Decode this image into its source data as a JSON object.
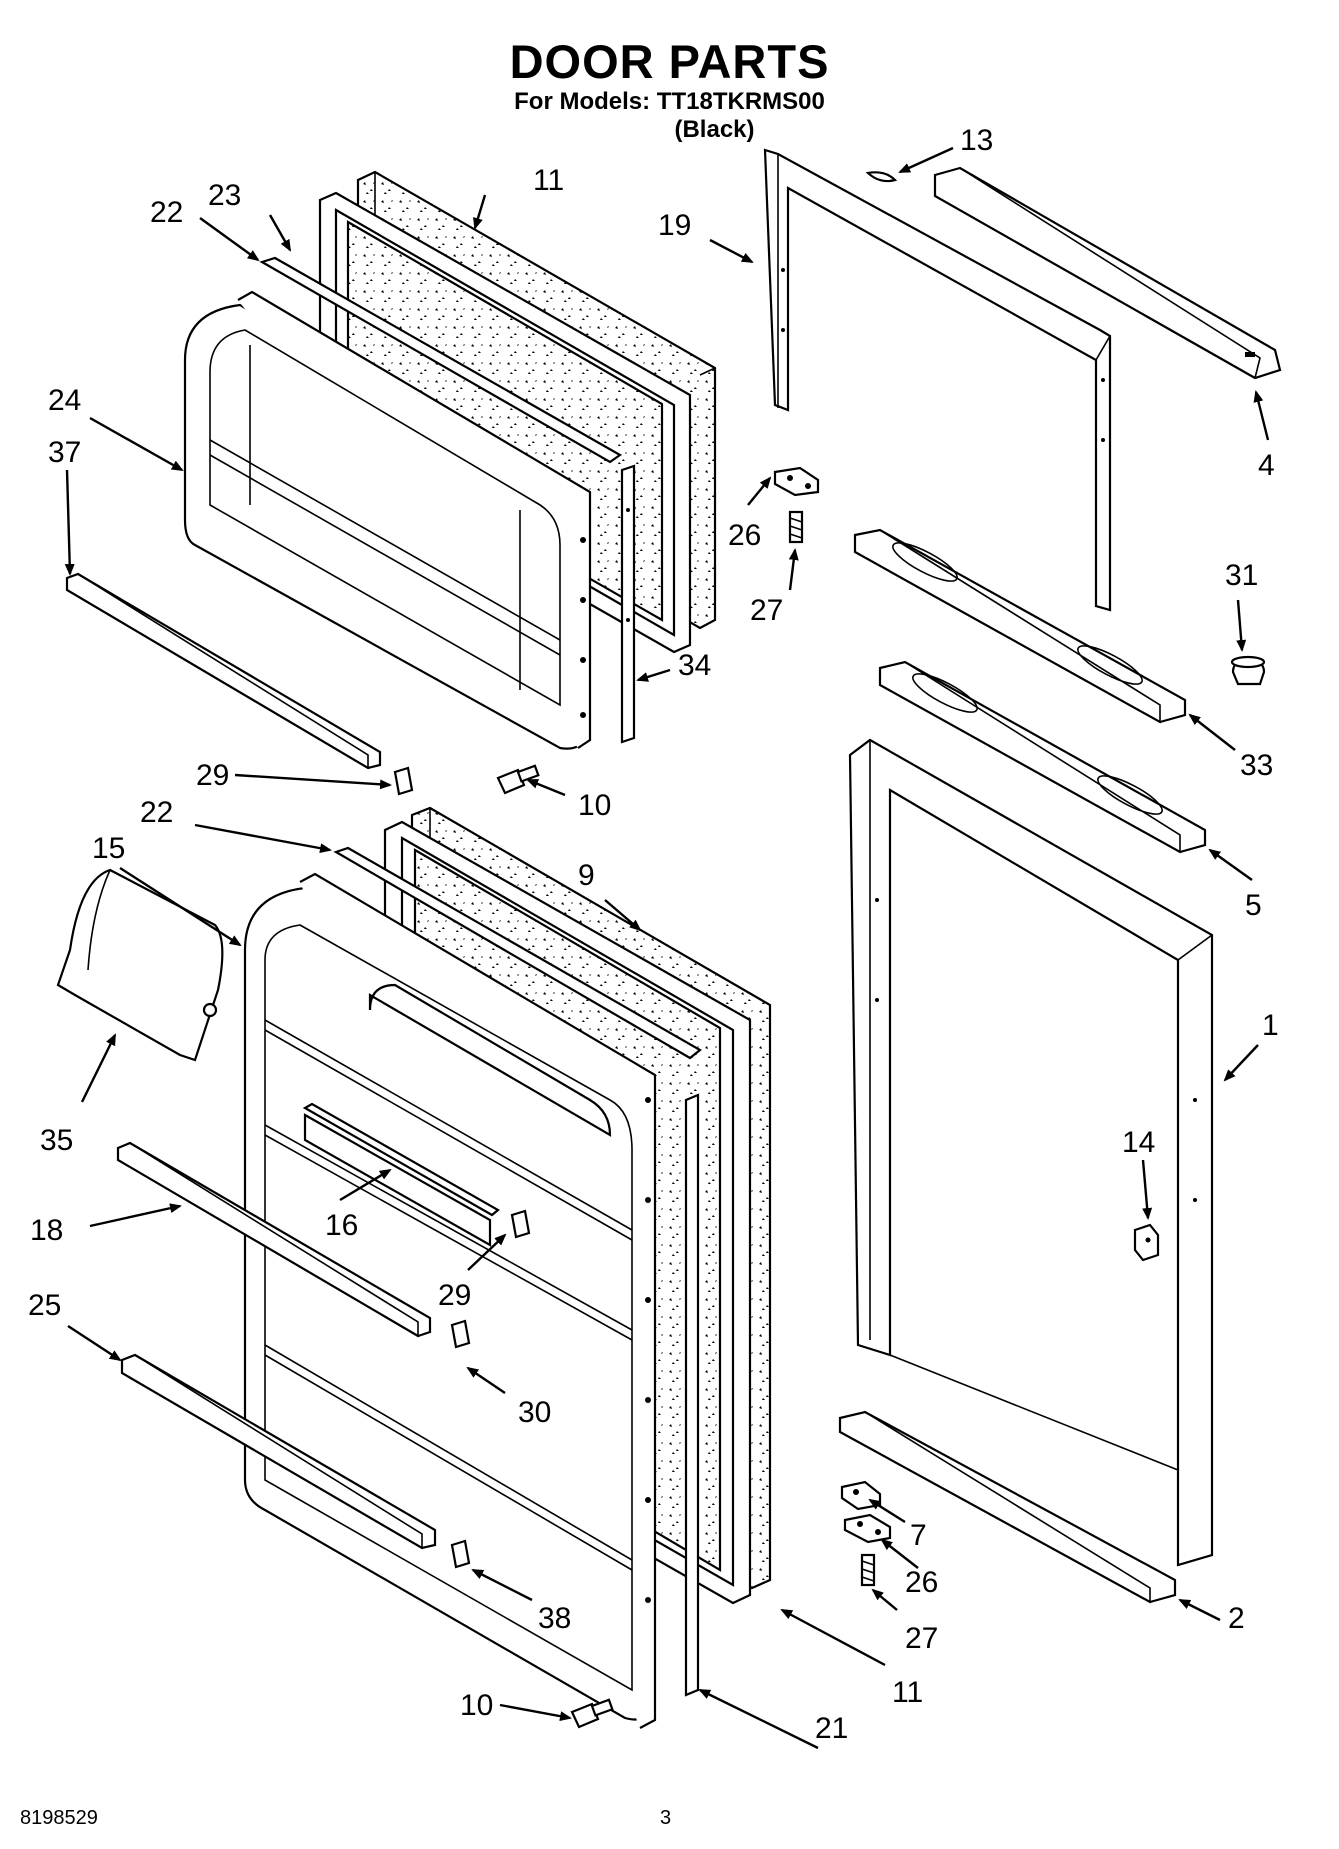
{
  "header": {
    "title": "DOOR PARTS",
    "subtitle": "For Models: TT18TKRMS00",
    "color": "(Black)"
  },
  "callouts": {
    "c13": "13",
    "c19": "19",
    "c4": "4",
    "c26a": "26",
    "c27a": "27",
    "c31": "31",
    "c33": "33",
    "c5": "5",
    "c1": "1",
    "c14": "14",
    "c7": "7",
    "c26b": "26",
    "c27b": "27",
    "c2": "2",
    "c11b": "11",
    "c21": "21",
    "c10b": "10",
    "c22a": "22",
    "c23": "23",
    "c11a": "11",
    "c24": "24",
    "c37": "37",
    "c34": "34",
    "c29a": "29",
    "c10a": "10",
    "c22b": "22",
    "c15": "15",
    "c9": "9",
    "c35": "35",
    "c16": "16",
    "c18": "18",
    "c29b": "29",
    "c25": "25",
    "c30": "30",
    "c38": "38"
  },
  "footer": {
    "code": "8198529",
    "page": "3"
  }
}
